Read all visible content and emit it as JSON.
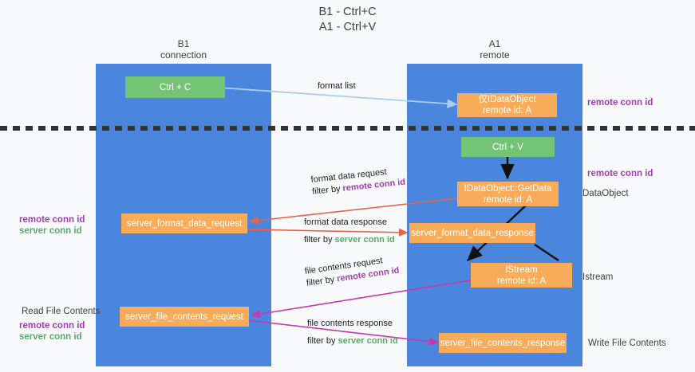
{
  "title": {
    "line1": "B1 - Ctrl+C",
    "line2": "A1 - Ctrl+V"
  },
  "columns": [
    {
      "name": "B1",
      "sub": "connection"
    },
    {
      "name": "A1",
      "sub": "remote"
    }
  ],
  "nodes": {
    "ctrl_c": "Ctrl + C",
    "ctrl_v": "Ctrl + V",
    "idataobject_remote": {
      "line1": "仅IDataObject",
      "line2": "remote id: A"
    },
    "idataobject_getdata": {
      "line1": "IDataObject::GetData",
      "line2": "remote id: A"
    },
    "istream": {
      "line1": "IStream",
      "line2": "remote id: A"
    },
    "server_format_data_request": "server_format_data_request",
    "server_format_data_response": "server_format_data_response",
    "server_file_contents_request": "server_file_contents_request",
    "server_file_contents_response": "server_file_contents_response"
  },
  "edges": {
    "format_list": "format list",
    "format_data_request": "format data request",
    "format_data_request_filter_prefix": "filter by ",
    "format_data_request_filter_key": "remote conn id",
    "format_data_response": "format data response",
    "format_data_response_filter_prefix": "filter by ",
    "format_data_response_filter_key": "server conn id",
    "file_contents_request": "file contents request",
    "file_contents_request_filter_prefix": "filter by ",
    "file_contents_request_filter_key": "remote conn id",
    "file_contents_response": "file contents response",
    "file_contents_response_filter_prefix": "filter by ",
    "file_contents_response_filter_key": "server conn id"
  },
  "annotations": {
    "right_remote_conn_id_top": "remote conn id",
    "right_remote_conn_id_mid": "remote conn id",
    "right_dataobject": "DataObject",
    "right_istream": "Istream",
    "right_write_file_contents": "Write File Contents",
    "left_remote_conn_id_mid": "remote conn id",
    "left_server_conn_id_mid": "server conn id",
    "left_read_file_contents": "Read File Contents",
    "left_remote_conn_id_bottom": "remote conn id",
    "left_server_conn_id_bottom": "server conn id"
  },
  "colors": {
    "lane": "#4a86dd",
    "node_orange": "#f8ac59",
    "node_green": "#74c476",
    "edge_blue": "#a8cdf0",
    "edge_red": "#e8624c",
    "edge_magenta": "#c837ab",
    "edge_black": "#111111",
    "divider": "#2f3437",
    "accent_purple": "#a33cb4",
    "accent_green": "#5aa86a"
  }
}
